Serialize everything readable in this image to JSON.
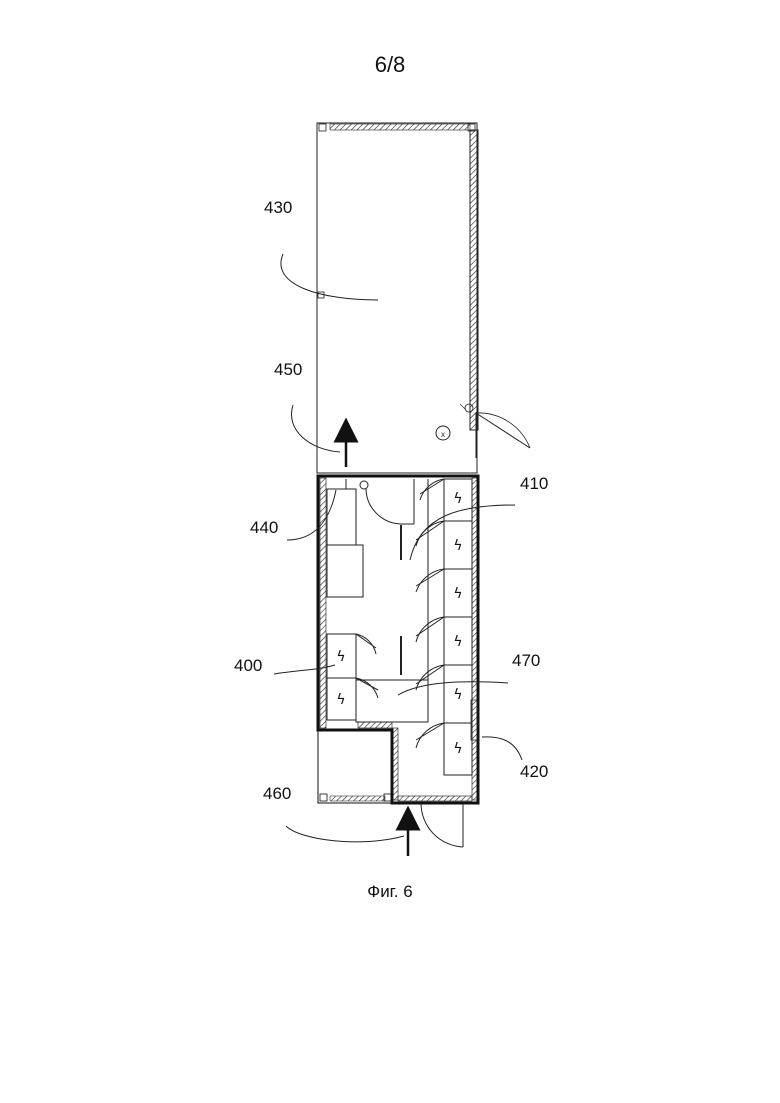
{
  "page": {
    "number": "6/8"
  },
  "caption": "Фиг. 6",
  "labels": {
    "l430": "430",
    "l450": "450",
    "l410": "410",
    "l440": "440",
    "l400": "400",
    "l470": "470",
    "l420": "420",
    "l460": "460"
  },
  "icons": {
    "electrical_cabinet": "high-voltage-icon",
    "entry_arrow": "arrow-up-icon",
    "fixture": "crossed-circle-icon"
  },
  "colors": {
    "line": "#1a1a1a",
    "background": "#ffffff"
  }
}
